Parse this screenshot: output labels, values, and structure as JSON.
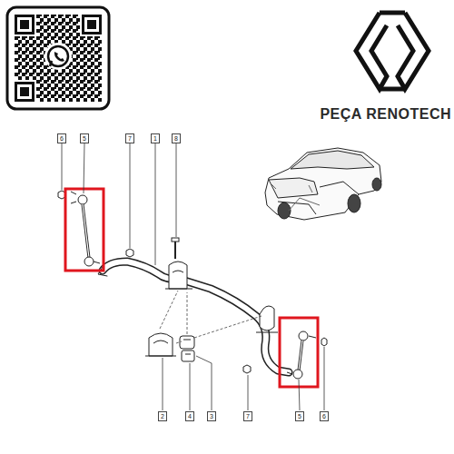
{
  "diagram": {
    "labels": [
      "PEÇA RENOTECH",
      "6",
      "5",
      "7",
      "1",
      "8",
      "2",
      "4",
      "3",
      "7",
      "5",
      "6"
    ]
  }
}
